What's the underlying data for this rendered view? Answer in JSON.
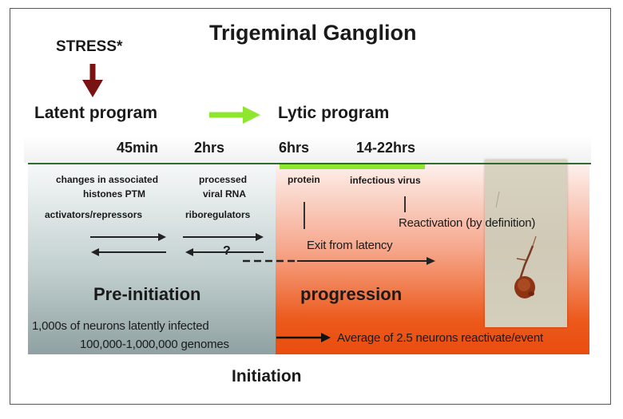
{
  "title": "Trigeminal Ganglion",
  "stress": "STRESS*",
  "latent_program": "Latent program",
  "lytic_program": "Lytic program",
  "timepoints": [
    "45min",
    "2hrs",
    "6hrs",
    "14-22hrs"
  ],
  "col1": {
    "line1": "changes in associated",
    "line2": "histones PTM",
    "line3": "activators/repressors"
  },
  "col2": {
    "line1": "processed",
    "line2": "viral RNA",
    "line3": "riboregulators"
  },
  "protein": "protein",
  "infectious_virus": "infectious virus",
  "reactivation": "Reactivation (by definition)",
  "question": "?",
  "exit_latency": "Exit from latency",
  "pre_initiation": "Pre-initiation",
  "progression": "progression",
  "neurons_line1": "1,000s of neurons latently infected",
  "neurons_line2": "100,000-1,000,000 genomes",
  "average": "Average of 2.5 neurons reactivate/event",
  "initiation": "Initiation",
  "colors": {
    "stress_arrow": "#7b1212",
    "green_arrow": "#8ee62e",
    "timeline": "#2f6b2f",
    "left_panel": "#9aabad",
    "right_panel": "#ec5a1c"
  }
}
